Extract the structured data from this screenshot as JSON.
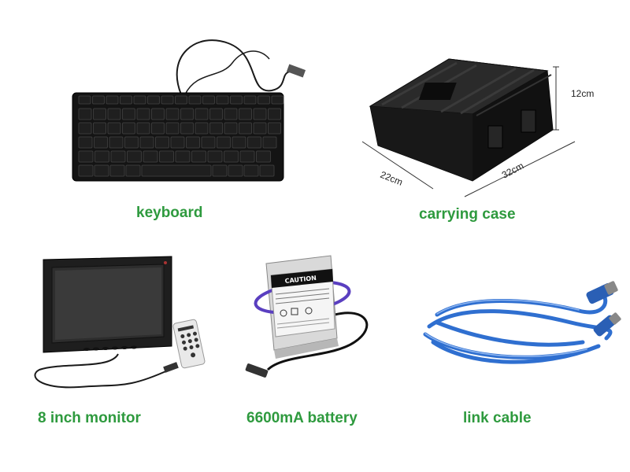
{
  "products": {
    "keyboard": {
      "caption": "keyboard"
    },
    "case": {
      "caption": "carrying case",
      "dims": {
        "height": "12cm",
        "depth": "22cm",
        "width": "32cm"
      }
    },
    "monitor": {
      "caption": "8 inch monitor"
    },
    "battery": {
      "caption": "6600mA battery",
      "label_title": "CAUTION"
    },
    "cable": {
      "caption": "link cable"
    }
  },
  "colors": {
    "caption_green": "#2e9a3e",
    "cable_blue": "#2f6fd0",
    "battery_purple": "#5a3fc0"
  }
}
